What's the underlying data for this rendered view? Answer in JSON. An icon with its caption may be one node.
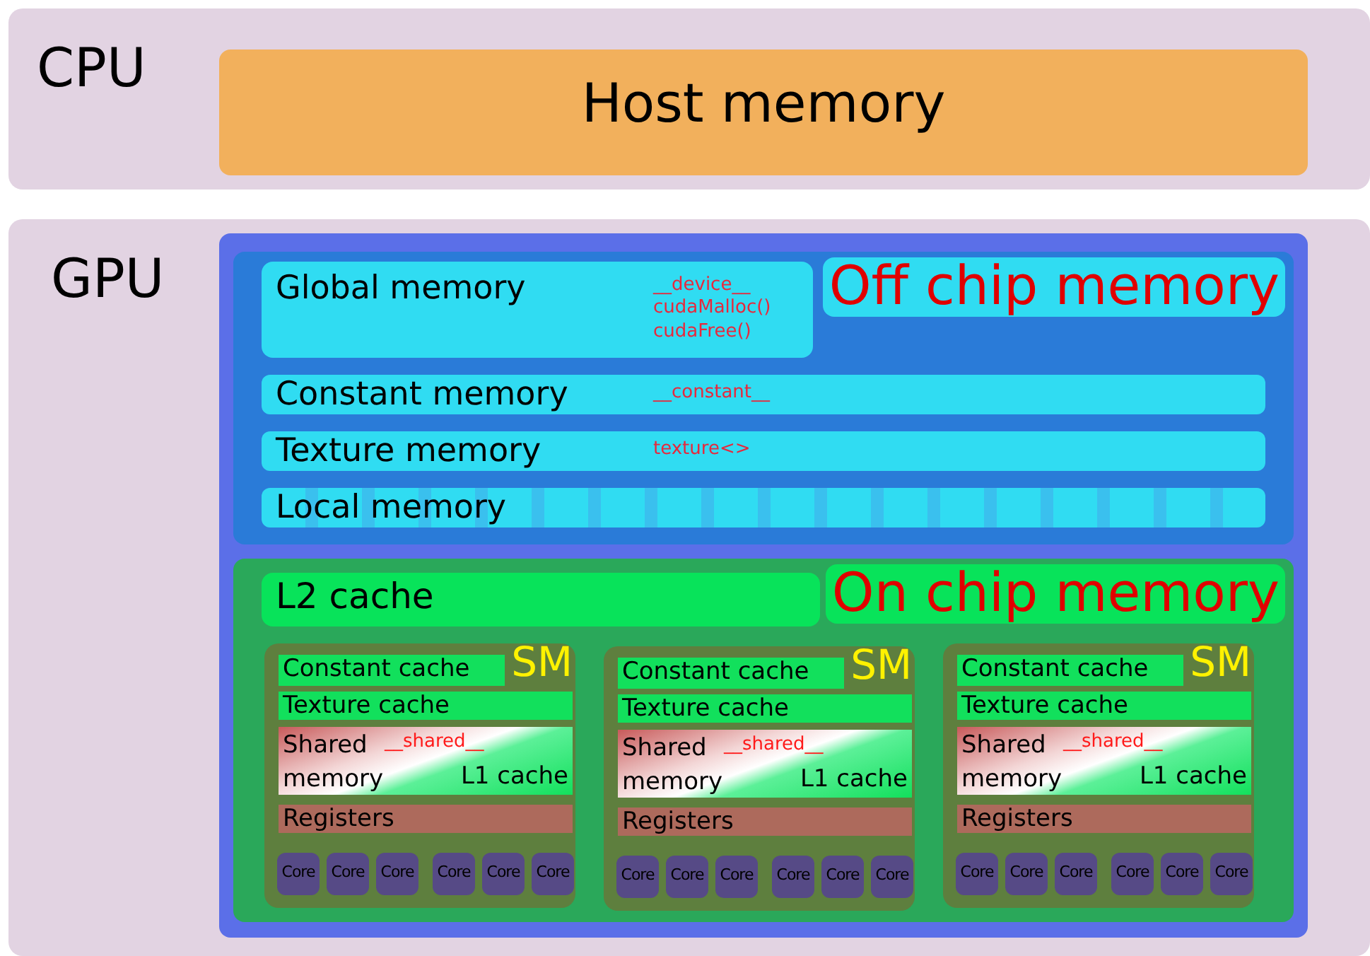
{
  "diagram": {
    "nodes": [
      {
        "text": [
          "CPU"
        ]
      },
      {
        "text": [
          "Host memory"
        ],
        "in": 0
      },
      {
        "text": [
          "GPU"
        ]
      },
      {
        "text": [],
        "shape": "box",
        "in": 2
      },
      {
        "text": [
          "Off chip memory"
        ],
        "in": 3
      },
      {
        "text": [
          "Global memory",
          "__device__ cudaMalloc() cudaFree()"
        ],
        "in": 4
      },
      {
        "text": [
          "Constant memory",
          "__constant__"
        ],
        "in": 4
      },
      {
        "text": [
          "Texture memory",
          "texture<>"
        ],
        "in": 4
      },
      {
        "text": [
          "Local memory"
        ],
        "in": 4
      },
      {
        "text": [
          "On chip memory"
        ],
        "in": 3
      },
      {
        "text": [
          "L2 cache"
        ],
        "in": 9
      },
      {
        "text": [
          "SM"
        ],
        "in": 9
      },
      {
        "text": [
          "Constant cache"
        ],
        "in": 11
      },
      {
        "text": [
          "Texture cache"
        ],
        "in": 11
      },
      {
        "text": [
          "Shared memory",
          "__shared__",
          "L1 cache"
        ],
        "in": 11
      },
      {
        "text": [
          "Registers"
        ],
        "in": 11
      },
      {
        "text": [
          "Core"
        ],
        "in": 11
      },
      {
        "text": [
          "Core"
        ],
        "in": 11
      },
      {
        "text": [
          "Core"
        ],
        "in": 11
      },
      {
        "text": [
          "Core"
        ],
        "in": 11
      },
      {
        "text": [
          "Core"
        ],
        "in": 11
      },
      {
        "text": [
          "Core"
        ],
        "in": 11
      },
      {
        "text": [
          "SM"
        ],
        "in": 9
      },
      {
        "text": [
          "Constant cache"
        ],
        "in": 22
      },
      {
        "text": [
          "Texture cache"
        ],
        "in": 22
      },
      {
        "text": [
          "Shared memory",
          "__shared__",
          "L1 cache"
        ],
        "in": 22
      },
      {
        "text": [
          "Registers"
        ],
        "in": 22
      },
      {
        "text": [
          "Core"
        ],
        "in": 22
      },
      {
        "text": [
          "Core"
        ],
        "in": 22
      },
      {
        "text": [
          "Core"
        ],
        "in": 22
      },
      {
        "text": [
          "Core"
        ],
        "in": 22
      },
      {
        "text": [
          "Core"
        ],
        "in": 22
      },
      {
        "text": [
          "Core"
        ],
        "in": 22
      },
      {
        "text": [
          "SM"
        ],
        "in": 9
      },
      {
        "text": [
          "Constant cache"
        ],
        "in": 33
      },
      {
        "text": [
          "Texture cache"
        ],
        "in": 33
      },
      {
        "text": [
          "Shared memory",
          "__shared__",
          "L1 cache"
        ],
        "in": 33
      },
      {
        "text": [
          "Registers"
        ],
        "in": 33
      },
      {
        "text": [
          "Core"
        ],
        "in": 33
      },
      {
        "text": [
          "Core"
        ],
        "in": 33
      },
      {
        "text": [
          "Core"
        ],
        "in": 33
      },
      {
        "text": [
          "Core"
        ],
        "in": 33
      },
      {
        "text": [
          "Core"
        ],
        "in": 33
      },
      {
        "text": [
          "Core"
        ],
        "in": 33
      }
    ],
    "edges": []
  }
}
